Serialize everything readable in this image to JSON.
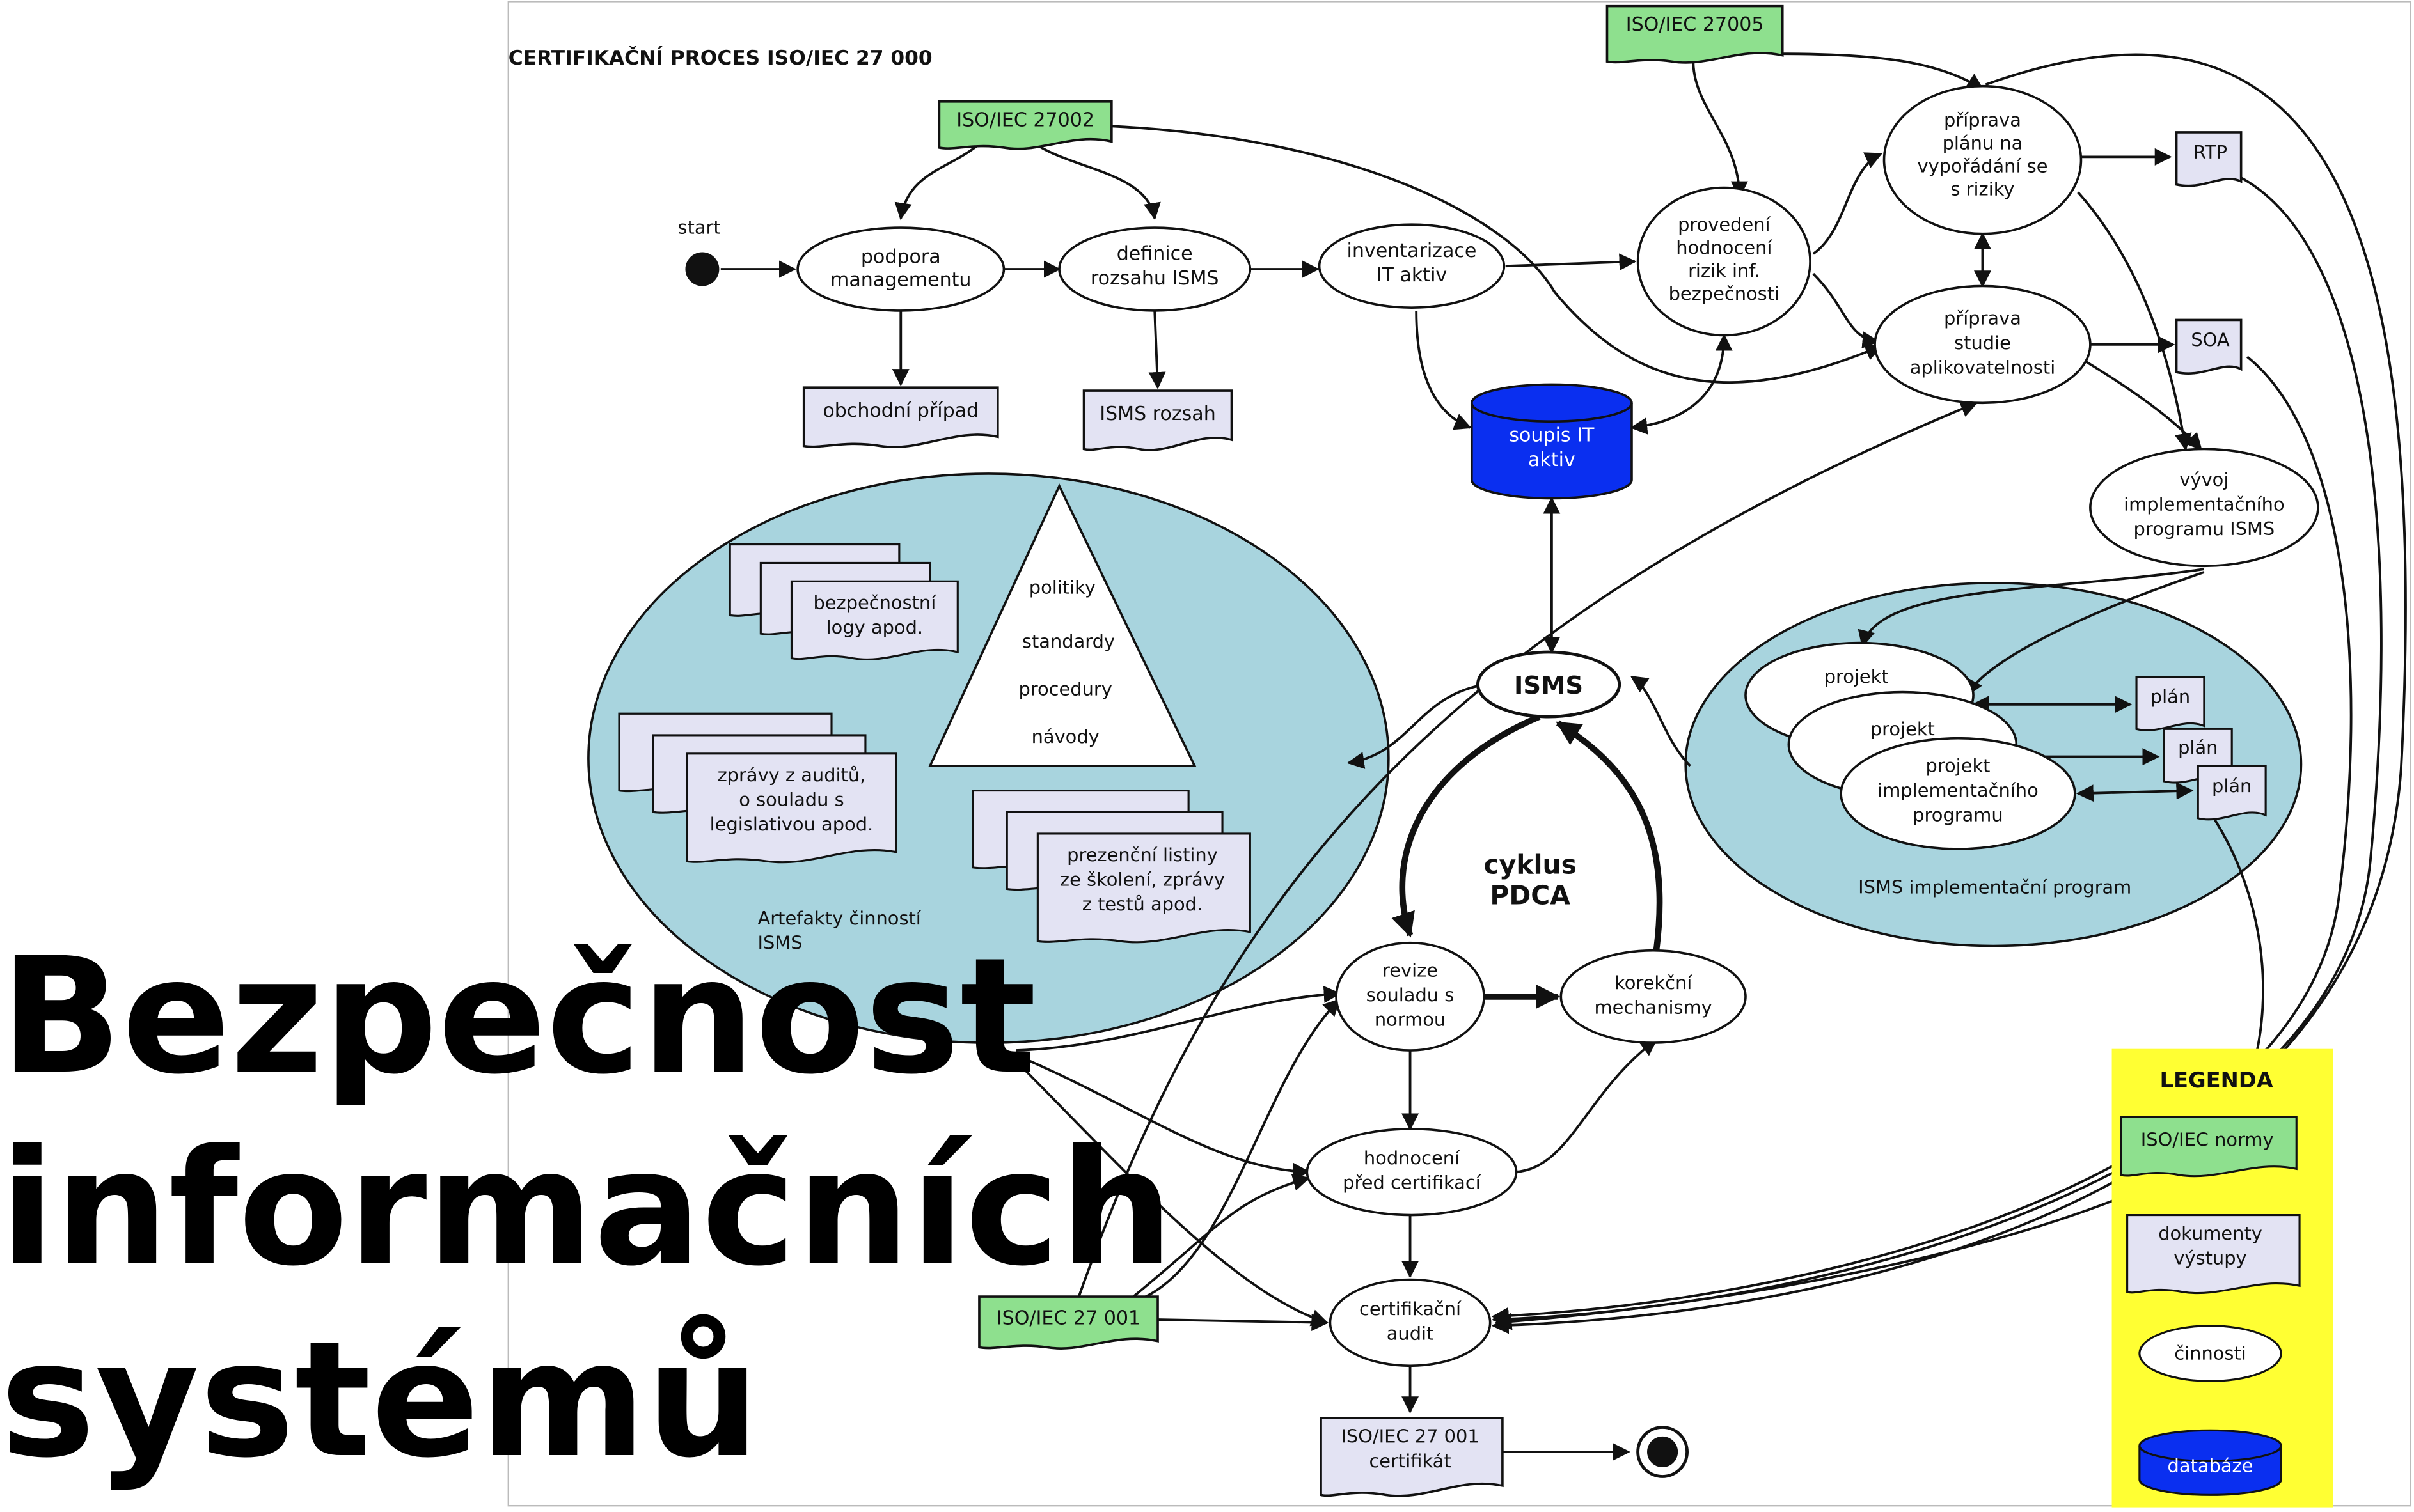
{
  "header": "CERTIFIKAČNÍ PROCES ISO/IEC 27 000",
  "overlay_title": [
    "Bezpečnost",
    "informačních",
    "systémů"
  ],
  "colors": {
    "iso_standard_fill": "#8ee08e",
    "document_fill": "#e3e3f3",
    "artifact_ellipse_fill": "#a8d4de",
    "database_fill": "#0a2ff0",
    "legend_fill": "#ffff33"
  },
  "iso_tags": {
    "iso27005": "ISO/IEC 27005",
    "iso27002": "ISO/IEC 27002",
    "iso27001": "ISO/IEC 27 001"
  },
  "start_label": "start",
  "activities": {
    "podpora": [
      "podpora",
      "managementu"
    ],
    "definice": [
      "definice",
      "rozsahu ISMS"
    ],
    "inventarizace": [
      "inventarizace",
      "IT aktiv"
    ],
    "provedeni": [
      "provedení",
      "hodnocení",
      "rizik inf.",
      "bezpečnosti"
    ],
    "priprava_planu": [
      "příprava",
      "plánu na",
      "vypořádání se",
      "s riziky"
    ],
    "priprava_studie": [
      "příprava",
      "studie",
      "aplikovatelnosti"
    ],
    "vyvoj": [
      "vývoj",
      "implementačního",
      "programu ISMS"
    ],
    "isms": "ISMS",
    "revize": [
      "revize",
      "souladu s",
      "normou"
    ],
    "korekcni": [
      "korekční",
      "mechanismy"
    ],
    "hodnoceni_pred": [
      "hodnocení",
      "před certifikací"
    ],
    "certifikacni_audit": [
      "certifikační",
      "audit"
    ]
  },
  "documents": {
    "obchodni_pripad": "obchodní případ",
    "isms_rozsah": "ISMS rozsah",
    "rtp": "RTP",
    "soa": "SOA",
    "certifikat": [
      "ISO/IEC 27 001",
      "certifikát"
    ],
    "logy": [
      "bezpečnostní",
      "logy apod."
    ],
    "zpravy": [
      "zprávy z auditů,",
      "o souladu s",
      "legislativou apod."
    ],
    "prezencni": [
      "prezenční listiny",
      "ze školení, zprávy",
      "z testů apod."
    ],
    "plan": "plán"
  },
  "database_label": [
    "soupis IT",
    "aktiv"
  ],
  "pyramid": [
    "politiky",
    "standardy",
    "procedury",
    "návody"
  ],
  "artifacts_caption": [
    "Artefakty činností",
    "ISMS"
  ],
  "program": {
    "projekt_short": "projekt",
    "projekt_full": [
      "projekt",
      "implementačního",
      "programu"
    ],
    "caption": "ISMS implementační program"
  },
  "cycle_label": [
    "cyklus",
    "PDCA"
  ],
  "legend": {
    "title": "LEGENDA",
    "iso": "ISO/IEC normy",
    "docs": [
      "dokumenty",
      "výstupy"
    ],
    "activities": "činnosti",
    "database": "databáze"
  }
}
